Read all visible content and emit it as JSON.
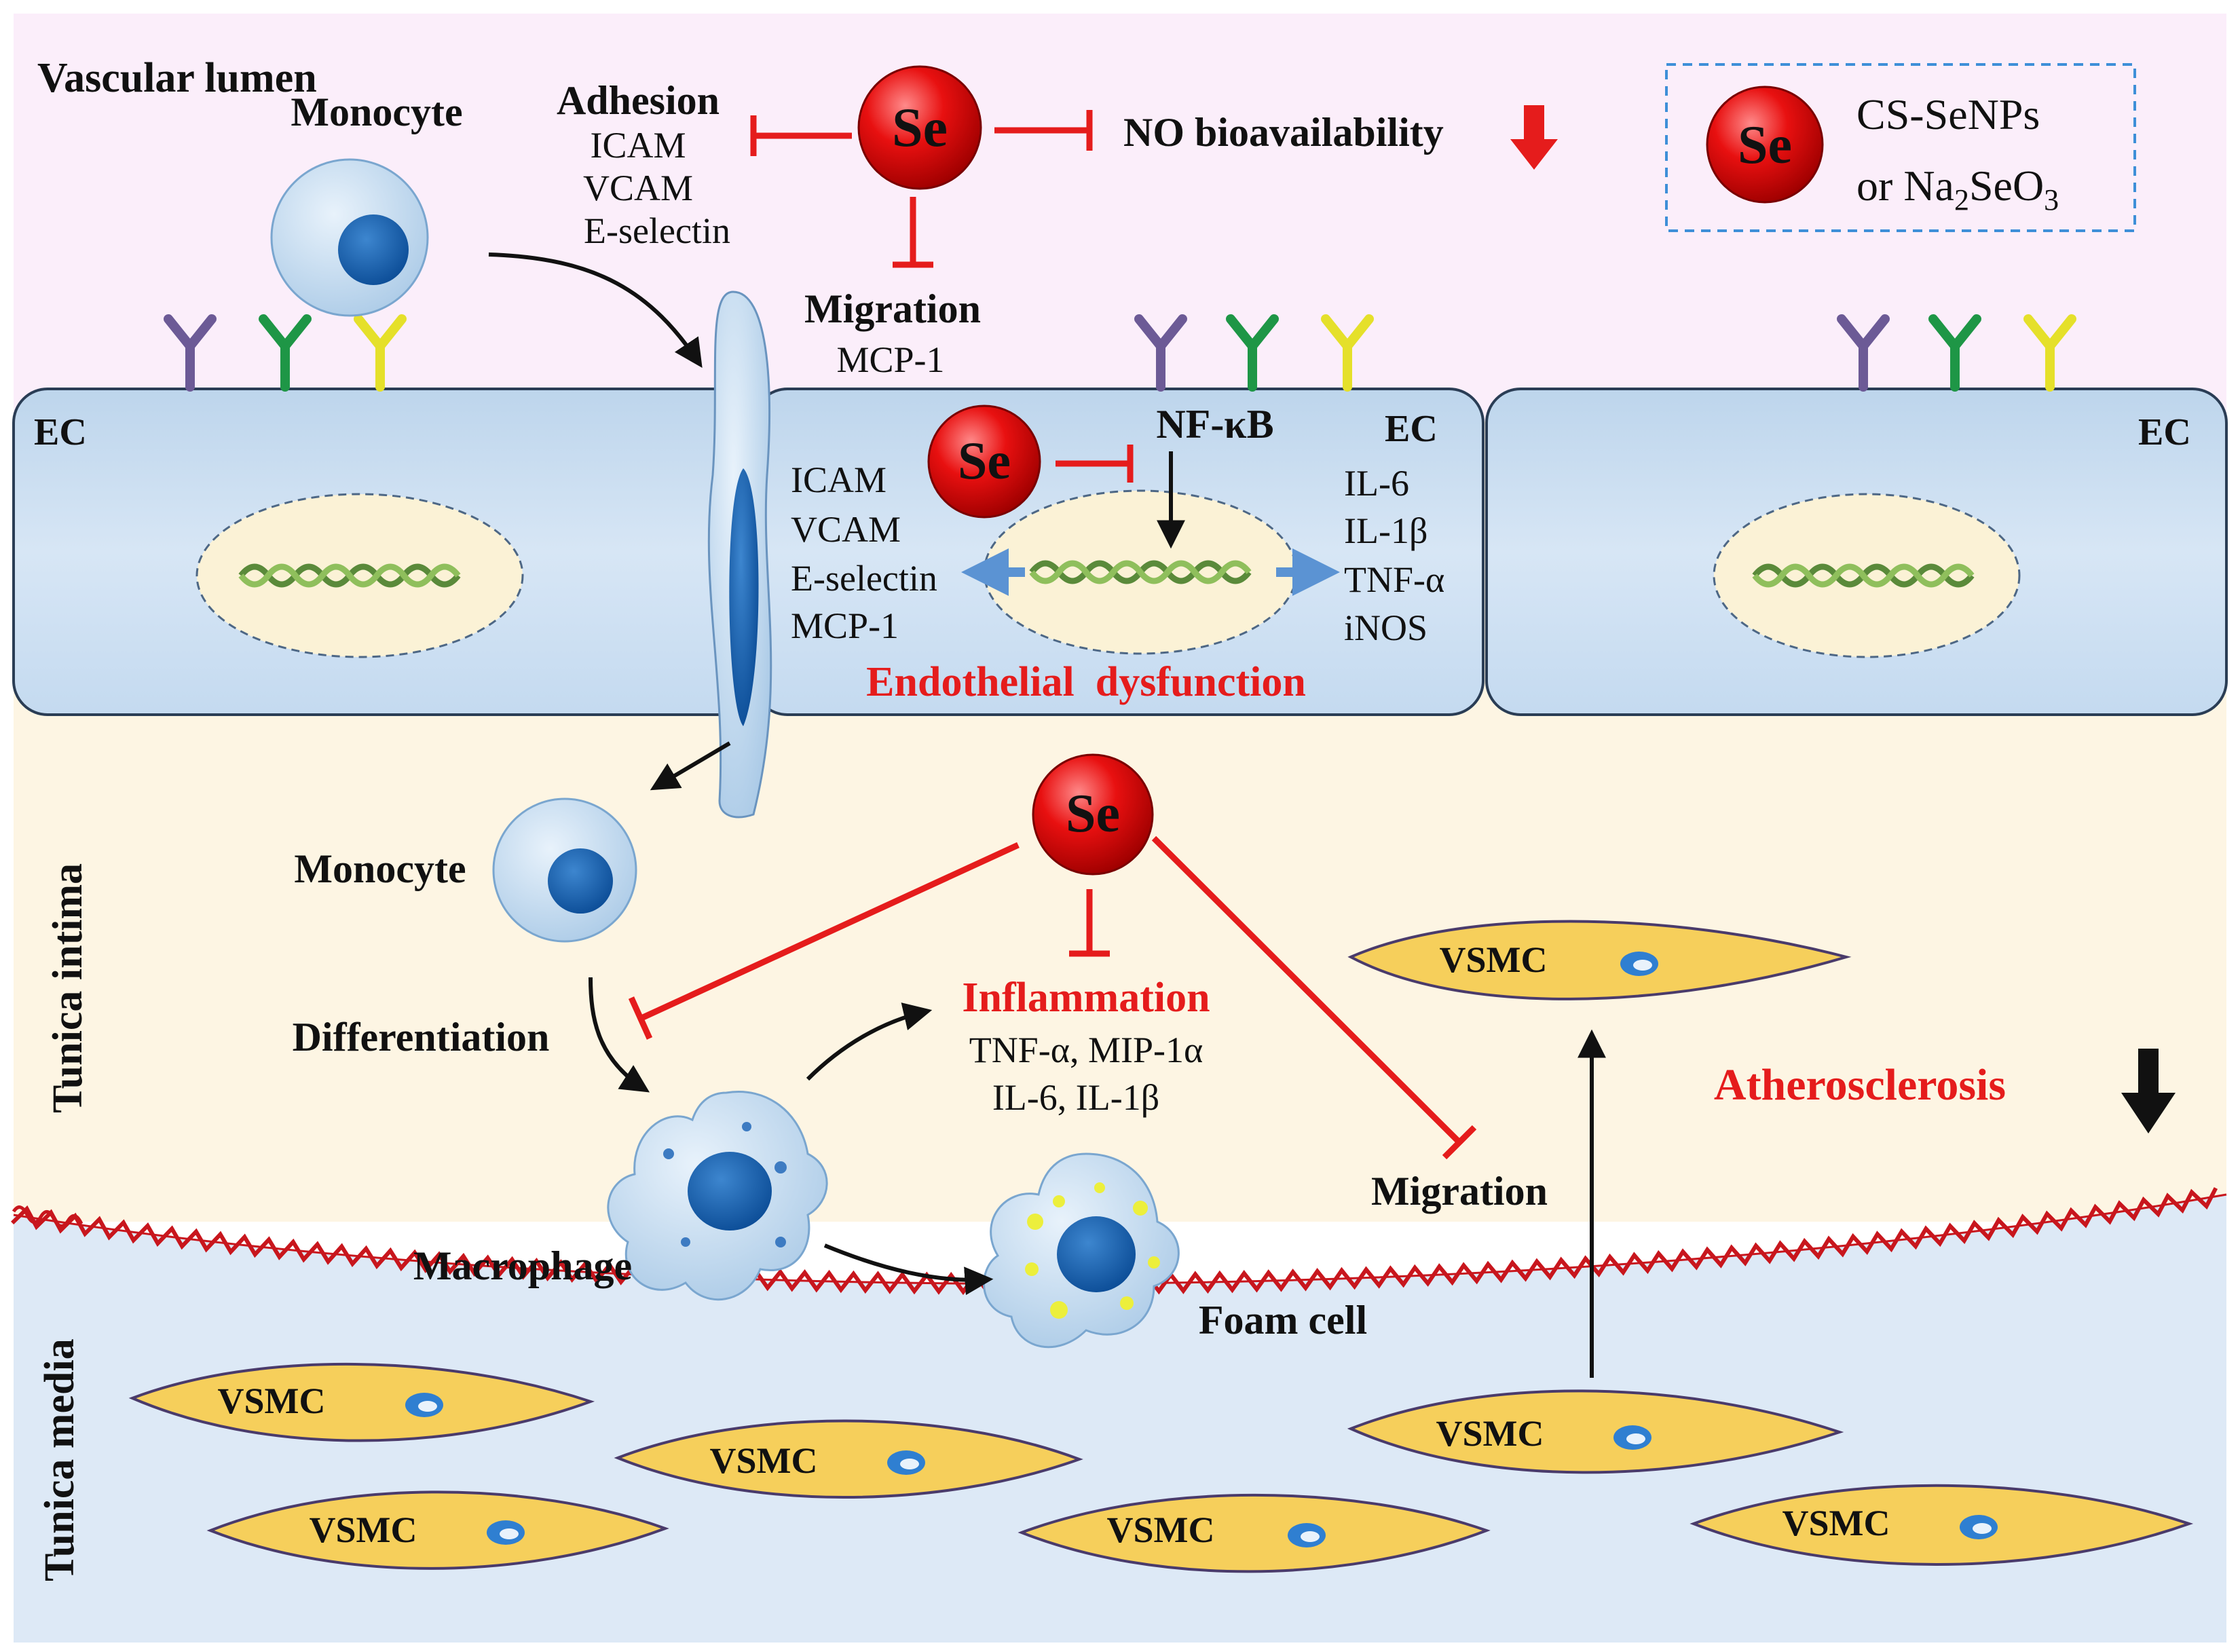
{
  "regions": {
    "lumen": "Vascular lumen",
    "intima": "Tunica intima",
    "media": "Tunica media"
  },
  "legend": {
    "symbol": "Se",
    "line1": "CS-SeNPs",
    "line2_prefix": "or Na",
    "line2_sub1": "2",
    "line2_mid": "SeO",
    "line2_sub2": "3"
  },
  "se": "Se",
  "top": {
    "monocyte": "Monocyte",
    "adhesion": "Adhesion",
    "adhesion_items": [
      "ICAM",
      "VCAM",
      "E-selectin"
    ],
    "no": "NO bioavailability",
    "migration": "Migration",
    "mcp": "MCP-1"
  },
  "ec": {
    "label": "EC",
    "nfkb": "NF-κB",
    "left_list": [
      "ICAM",
      "VCAM",
      "E-selectin",
      "MCP-1"
    ],
    "right_list": [
      "IL-6",
      "IL-1β",
      "TNF-α",
      "iNOS"
    ],
    "dysfunction": "Endothelial  dysfunction"
  },
  "intima": {
    "monocyte": "Monocyte",
    "differentiation": "Differentiation",
    "macrophage": "Macrophage",
    "foam": "Foam cell",
    "inflammation": "Inflammation",
    "cytokines1": "TNF-α, MIP-1α",
    "cytokines2": "IL-6, IL-1β",
    "migration": "Migration",
    "athero": "Atherosclerosis"
  },
  "vsmc": "VSMC",
  "colors": {
    "inhibit": "#e51c1c",
    "se_fill": "#e00000",
    "lumen_bg": "#fbeefa",
    "intima_bg": "#fdf5e3",
    "media_bg": "#dde9f6",
    "cell": "#cfe2f4",
    "vsmc_fill": "#f6cf5b",
    "lamina": "#c8161d"
  }
}
